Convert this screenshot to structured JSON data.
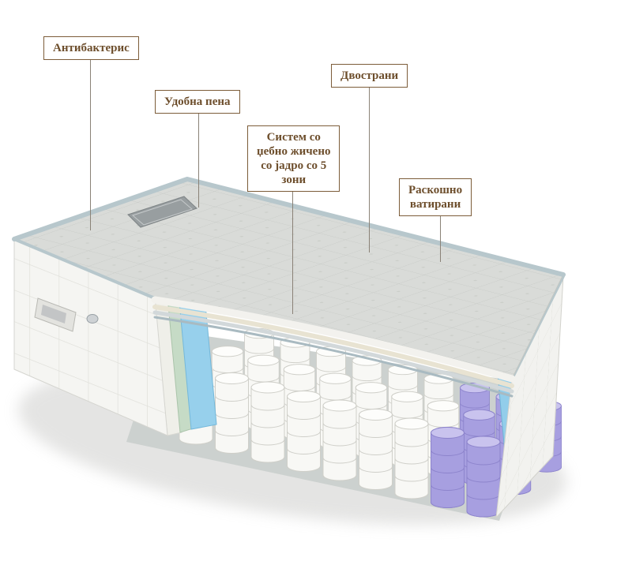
{
  "illustration": {
    "name": "mattress-cutaway-diagram",
    "subject": "pocket spring mattress cross-section"
  },
  "callouts": [
    {
      "text": "Антибактерис"
    },
    {
      "text": "Удобна пена"
    },
    {
      "text": "Двострани"
    },
    {
      "lines": [
        "Систем со",
        "џебно жичено",
        "со јадро со 5",
        "зони"
      ]
    },
    {
      "lines": [
        "Раскошно",
        "ватирани"
      ]
    }
  ],
  "colors": {
    "label_border": "#7c5c39",
    "label_text": "#6d4e2c",
    "leader_line": "#8a8277",
    "fabric_top": "#d9dbd8",
    "edge_tape": "#b7c7cc",
    "spring_white": "#f8f8f5",
    "spring_purple": "#a79fe0",
    "foam_blue": "#97d0ec",
    "foam_green": "#c6dbc6"
  }
}
